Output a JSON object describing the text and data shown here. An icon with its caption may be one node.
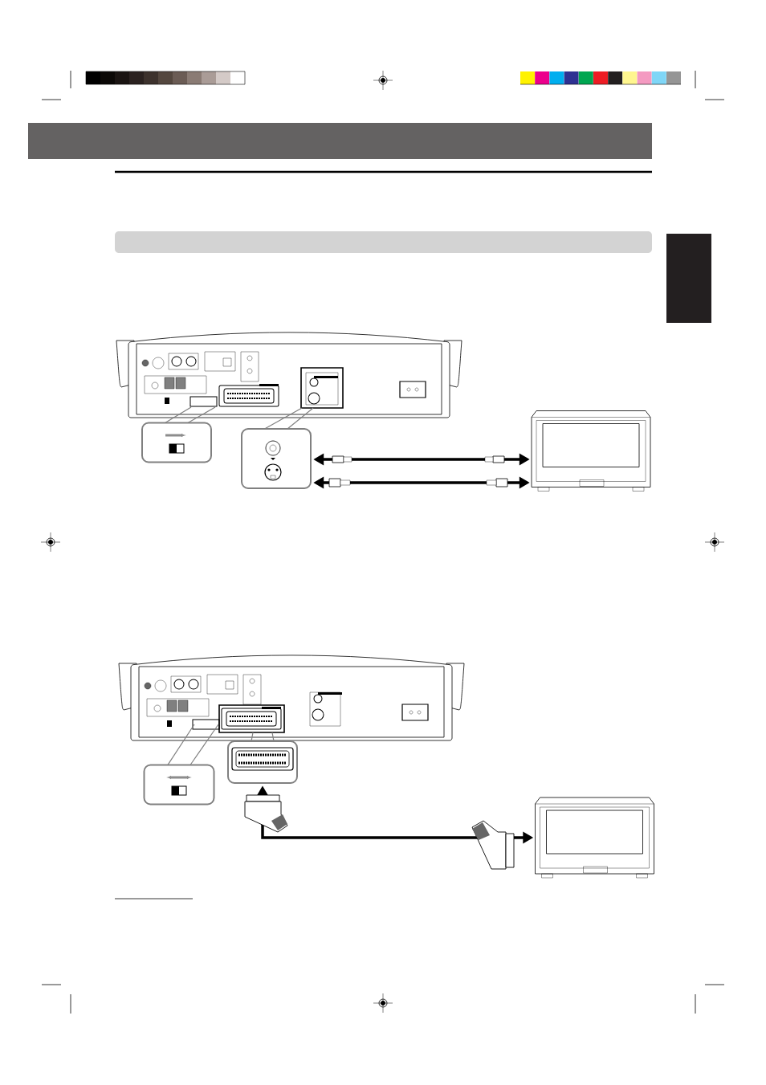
{
  "diagram": {
    "nodes": [
      {
        "text": [],
        "shape": "bar"
      },
      {
        "text": [],
        "shape": "bar"
      },
      {
        "text": [],
        "shape": "box"
      },
      {
        "text": [],
        "shape": "picture"
      },
      {
        "text": [],
        "shape": "box"
      },
      {
        "text": [],
        "shape": "box"
      },
      {
        "text": [],
        "shape": "picture"
      },
      {
        "text": [],
        "shape": "picture"
      },
      {
        "text": [],
        "shape": "box"
      },
      {
        "text": [],
        "shape": "box"
      },
      {
        "text": [],
        "shape": "picture"
      }
    ],
    "edges": [
      {
        "from": 3,
        "to": 4,
        "arrow": "none"
      },
      {
        "from": 3,
        "to": 5,
        "arrow": "none"
      },
      {
        "from": 5,
        "to": 6,
        "arrow": "both",
        "style": "thick",
        "color": "#000000"
      },
      {
        "from": 5,
        "to": 6,
        "arrow": "both",
        "style": "thick",
        "color": "#000000"
      },
      {
        "from": 7,
        "to": 8,
        "arrow": "none"
      },
      {
        "from": 7,
        "to": 9,
        "arrow": "none"
      },
      {
        "from": 9,
        "to": 10,
        "arrow": "both",
        "style": "thick",
        "color": "#000000"
      }
    ]
  }
}
